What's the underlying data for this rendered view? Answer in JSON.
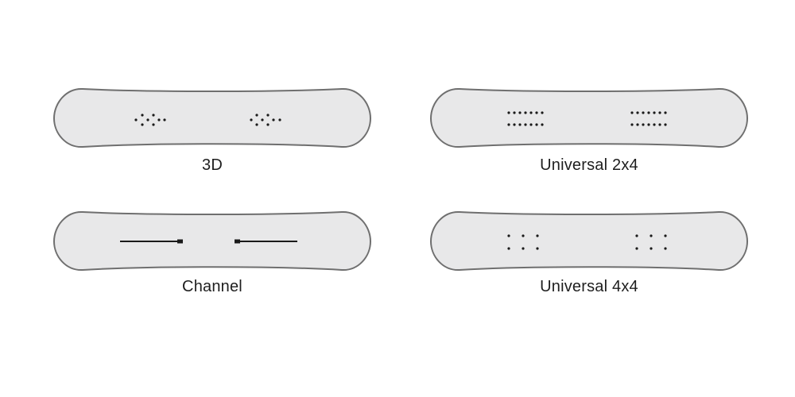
{
  "boards": [
    {
      "label": "3D"
    },
    {
      "label": "Universal 2x4"
    },
    {
      "label": "Channel"
    },
    {
      "label": "Universal 4x4"
    }
  ],
  "colors": {
    "board_fill": "#e8e8e9",
    "board_stroke": "#6f6f6f",
    "insert": "#1a1a1a",
    "label": "#1e1e1e"
  }
}
